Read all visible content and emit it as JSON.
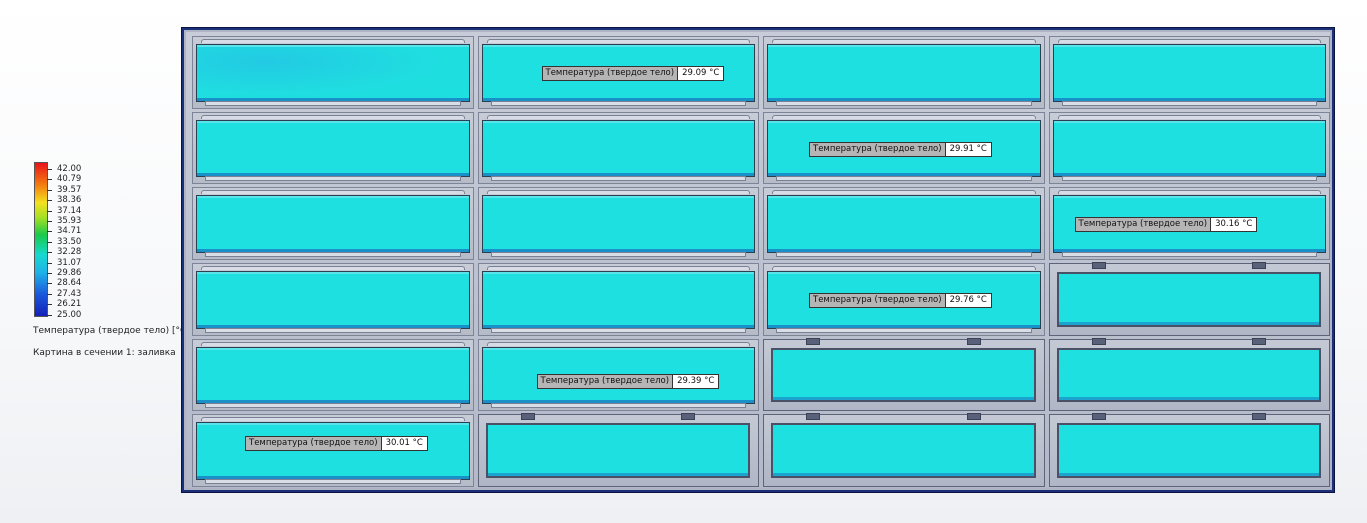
{
  "legend": {
    "ticks": [
      "42.00",
      "40.79",
      "39.57",
      "38.36",
      "37.14",
      "35.93",
      "34.71",
      "33.50",
      "32.28",
      "31.07",
      "29.86",
      "28.64",
      "27.43",
      "26.21",
      "25.00"
    ],
    "quantity_label": "Температура (твердое тело) [°C]",
    "plot_label": "Картина в сечении 1: заливка",
    "colors": {
      "max": "#e8141a",
      "mid": "#19c94a",
      "min": "#1421b8"
    }
  },
  "model": {
    "fill_color": "#1ee0e0",
    "frame_color": "#1b2f7a",
    "grid": {
      "rows": 6,
      "columns": 4
    },
    "empty_cells": [
      [
        3,
        3
      ],
      [
        4,
        2
      ],
      [
        4,
        3
      ],
      [
        5,
        1
      ],
      [
        5,
        2
      ],
      [
        5,
        3
      ]
    ]
  },
  "probes": [
    {
      "label": "Температура (твердое тело)",
      "value": "29.09 °C",
      "cell": [
        0,
        1
      ]
    },
    {
      "label": "Температура (твердое тело)",
      "value": "29.91 °C",
      "cell": [
        1,
        2
      ]
    },
    {
      "label": "Температура (твердое тело)",
      "value": "30.16 °C",
      "cell": [
        2,
        3
      ]
    },
    {
      "label": "Температура (твердое тело)",
      "value": "29.76 °C",
      "cell": [
        3,
        2
      ]
    },
    {
      "label": "Температура (твердое тело)",
      "value": "29.39 °C",
      "cell": [
        4,
        1
      ]
    },
    {
      "label": "Температура (твердое тело)",
      "value": "30.01 °C",
      "cell": [
        5,
        0
      ]
    }
  ]
}
